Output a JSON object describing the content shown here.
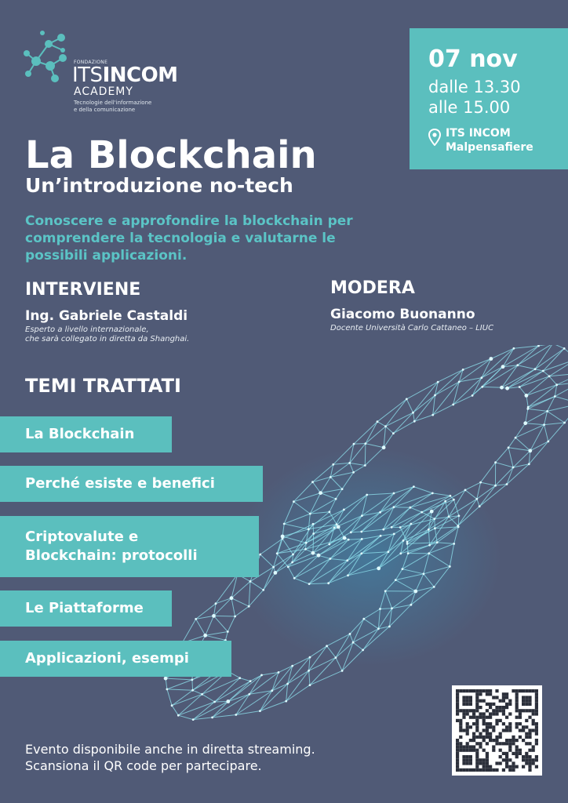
{
  "logo": {
    "fondazione": "FONDAZIONE",
    "its": "ITS",
    "incom": "INCOM",
    "academy": "ACADEMY",
    "tagline_1": "Tecnologie dell'informazione",
    "tagline_2": "e della comunicazione"
  },
  "event": {
    "date": "07 nov",
    "time_1": "dalle 13.30",
    "time_2": "alle 15.00",
    "venue_1": "ITS INCOM",
    "venue_2": "Malpensafiere"
  },
  "title": "La Blockchain",
  "subtitle": "Un’introduzione no-tech",
  "intro": "Conoscere e approfondire la blockchain per comprendere la tecnologia e valutarne le possibili applicazioni.",
  "speaker": {
    "heading": "INTERVIENE",
    "name": "Ing. Gabriele Castaldi",
    "note_1": "Esperto a livello internazionale,",
    "note_2": "che sarà collegato in diretta da Shanghai."
  },
  "moderator": {
    "heading": "MODERA",
    "name": "Giacomo Buonanno",
    "note": "Docente Università Carlo Cattaneo – LIUC"
  },
  "topics": {
    "heading": "TEMI TRATTATI",
    "items": [
      {
        "line_1": "La Blockchain",
        "line_2": ""
      },
      {
        "line_1": "Perché esiste e benefici",
        "line_2": ""
      },
      {
        "line_1": "Criptovalute e",
        "line_2": "Blockchain: protocolli"
      },
      {
        "line_1": "Le Piattaforme",
        "line_2": ""
      },
      {
        "line_1": "Applicazioni, esempi",
        "line_2": ""
      }
    ]
  },
  "footer": {
    "line_1": "Evento disponibile anche in diretta streaming.",
    "line_2": "Scansiona il QR code per partecipare."
  },
  "colors": {
    "background": "#505a76",
    "accent_teal": "#5bbfbe",
    "text_teal": "#5bc4c6",
    "white": "#ffffff"
  },
  "icons": [
    "location-pin-icon",
    "qr-code",
    "blockchain-link-illustration",
    "its-incom-logo"
  ]
}
